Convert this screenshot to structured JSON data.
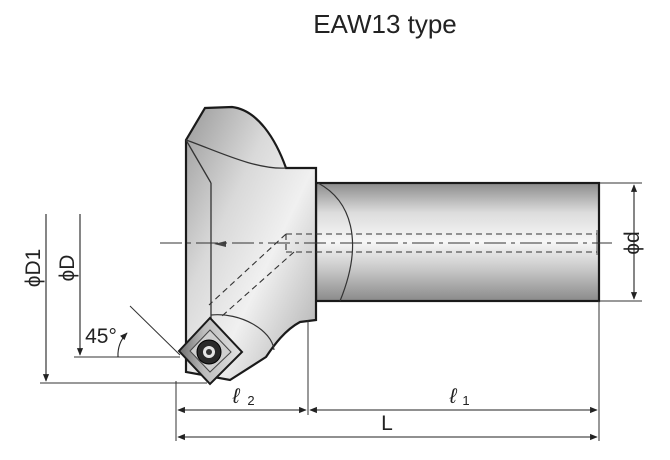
{
  "title": "EAW13 type",
  "labels": {
    "d1": "ϕD1",
    "d": "ϕD",
    "shank_d": "ϕd",
    "angle": "45°",
    "l2_main": "ℓ",
    "l2_sub": "2",
    "l1_main": "ℓ",
    "l1_sub": "1",
    "overall": "L"
  }
}
